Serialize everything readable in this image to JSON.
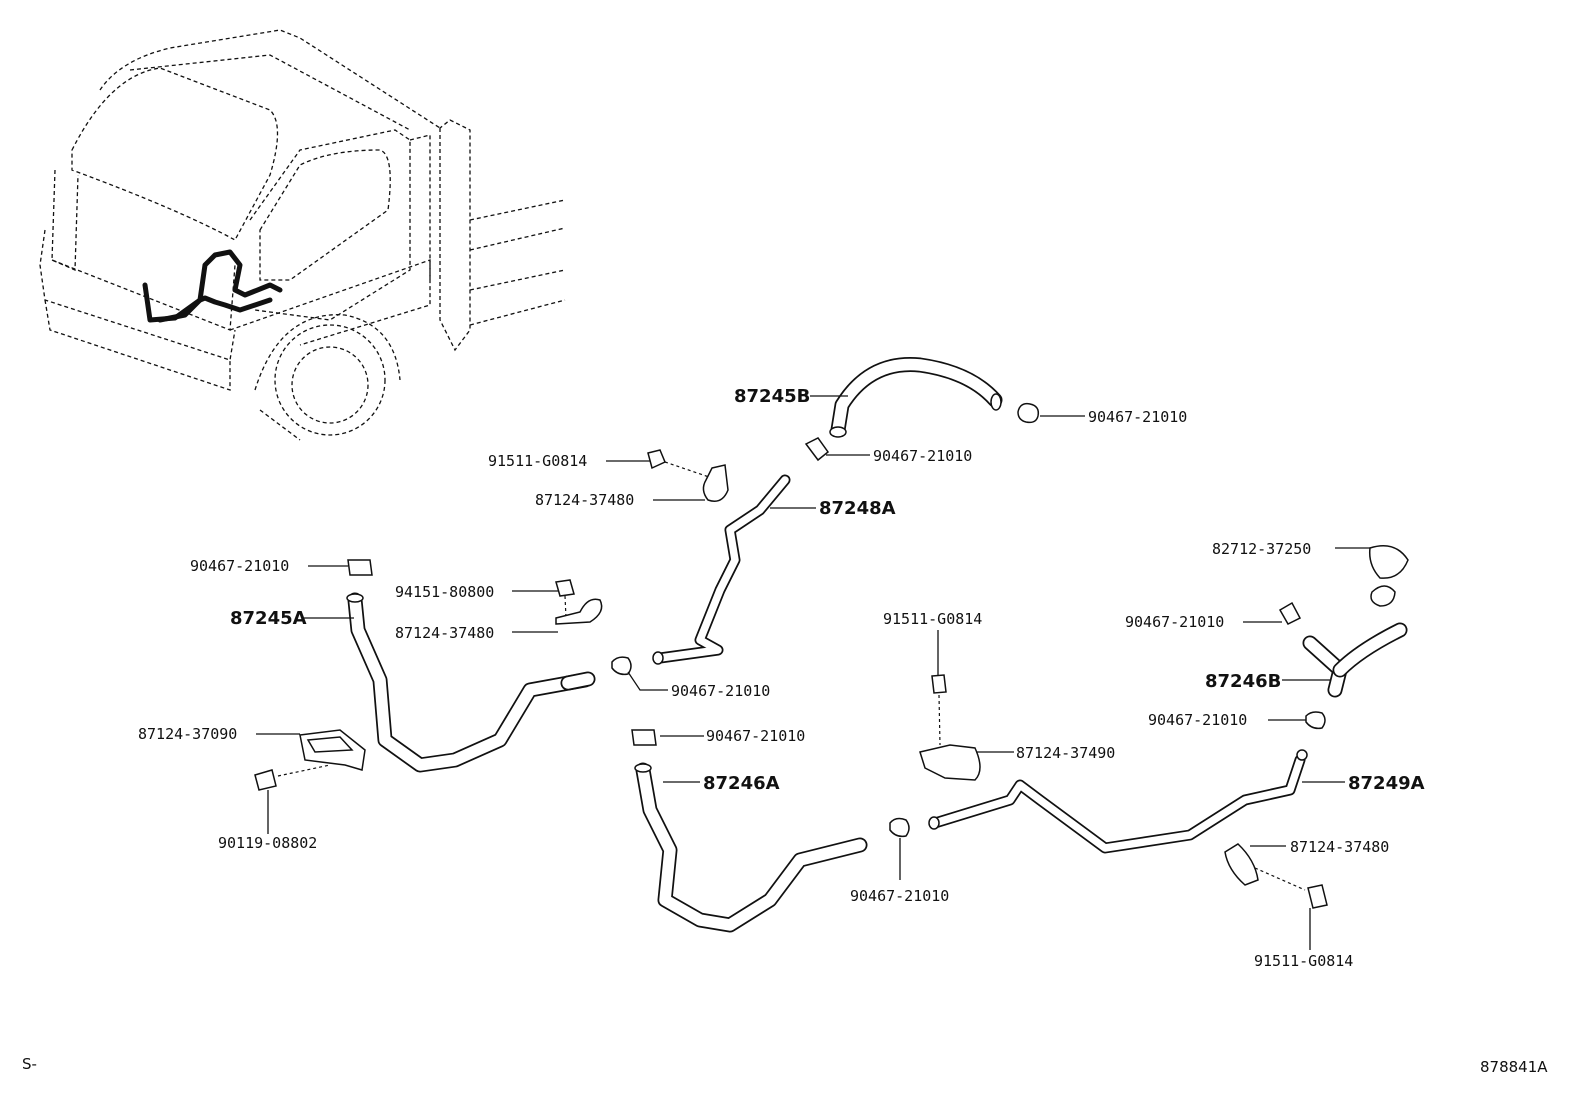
{
  "labels": {
    "p87245B": "87245B",
    "p90467_a": "90467-21010",
    "p90467_b": "90467-21010",
    "p91511_a": "91511-G0814",
    "p87124_37480_a": "87124-37480",
    "p87248A": "87248A",
    "p90467_c": "90467-21010",
    "p94151": "94151-80800",
    "p87245A": "87245A",
    "p87124_37480_b": "87124-37480",
    "p90467_d": "90467-21010",
    "p87124_37090": "87124-37090",
    "p90119": "90119-08802",
    "p90467_e": "90467-21010",
    "p87246A": "87246A",
    "p91511_b": "91511-G0814",
    "p87124_37490": "87124-37490",
    "p90467_f": "90467-21010",
    "p82712": "82712-37250",
    "p90467_g": "90467-21010",
    "p87246B": "87246B",
    "p90467_h": "90467-21010",
    "p87249A": "87249A",
    "p87124_37480_c": "87124-37480",
    "p91511_c": "91511-G0814"
  },
  "footer": {
    "left_code": "S-",
    "diagram_id": "878841A"
  }
}
